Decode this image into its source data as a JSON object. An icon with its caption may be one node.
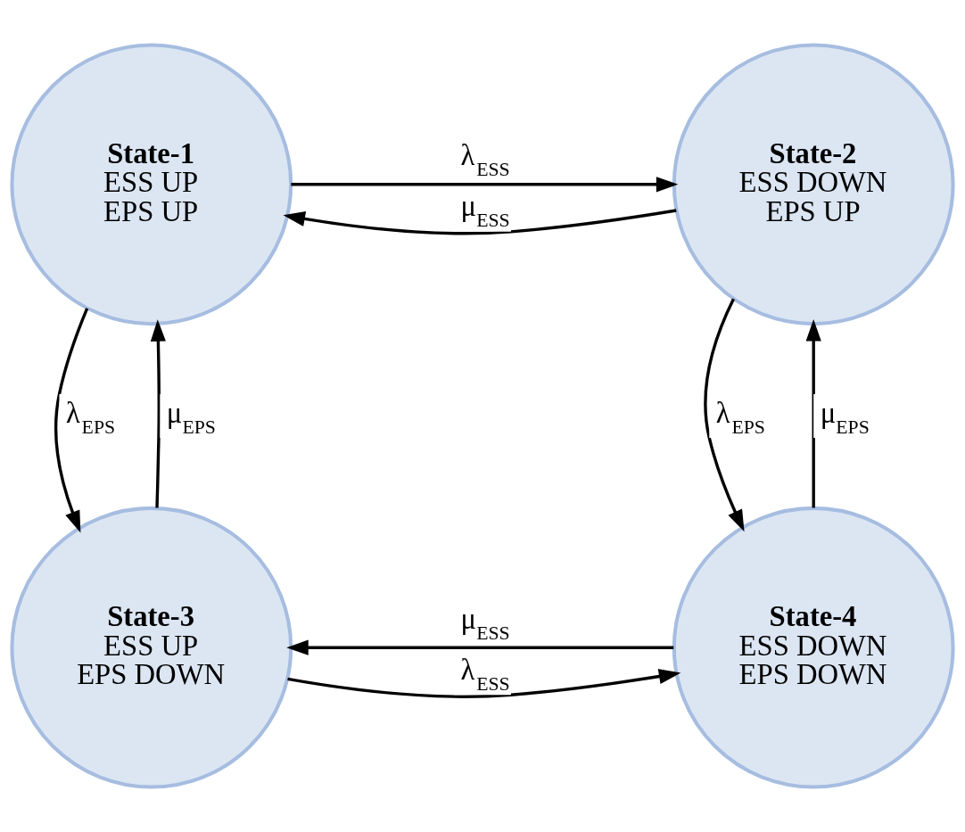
{
  "diagram": {
    "nodes": [
      {
        "text": [
          "State-1",
          "ESS UP EPS UP"
        ]
      },
      {
        "text": [
          "State-2",
          "ESS DOWN EPS UP"
        ]
      },
      {
        "text": [
          "State-3",
          "ESS UP EPS DOWN"
        ]
      },
      {
        "text": [
          "State-4",
          "ESS DOWN EPS DOWN"
        ]
      }
    ],
    "edges": [
      {
        "from": 0,
        "to": 1,
        "arrow": "to",
        "label": "λ$_{ESS}$"
      },
      {
        "from": 1,
        "to": 0,
        "arrow": "to",
        "label": "μ$_{ESS}$"
      },
      {
        "from": 0,
        "to": 2,
        "arrow": "to",
        "label": "λ$_{EPS}$"
      },
      {
        "from": 2,
        "to": 0,
        "arrow": "to",
        "label": "μ$_{EPS}$"
      },
      {
        "from": 3,
        "to": 1,
        "arrow": "to",
        "label": "μ$_{EPS}$"
      },
      {
        "from": 1,
        "to": 3,
        "arrow": "to",
        "label": "λ$_{EPS}$"
      },
      {
        "from": 3,
        "to": 2,
        "arrow": "to",
        "label": "μ$_{ESS}$"
      },
      {
        "from": 2,
        "to": 3,
        "arrow": "to",
        "label": "λ$_{ESS}$"
      }
    ]
  }
}
